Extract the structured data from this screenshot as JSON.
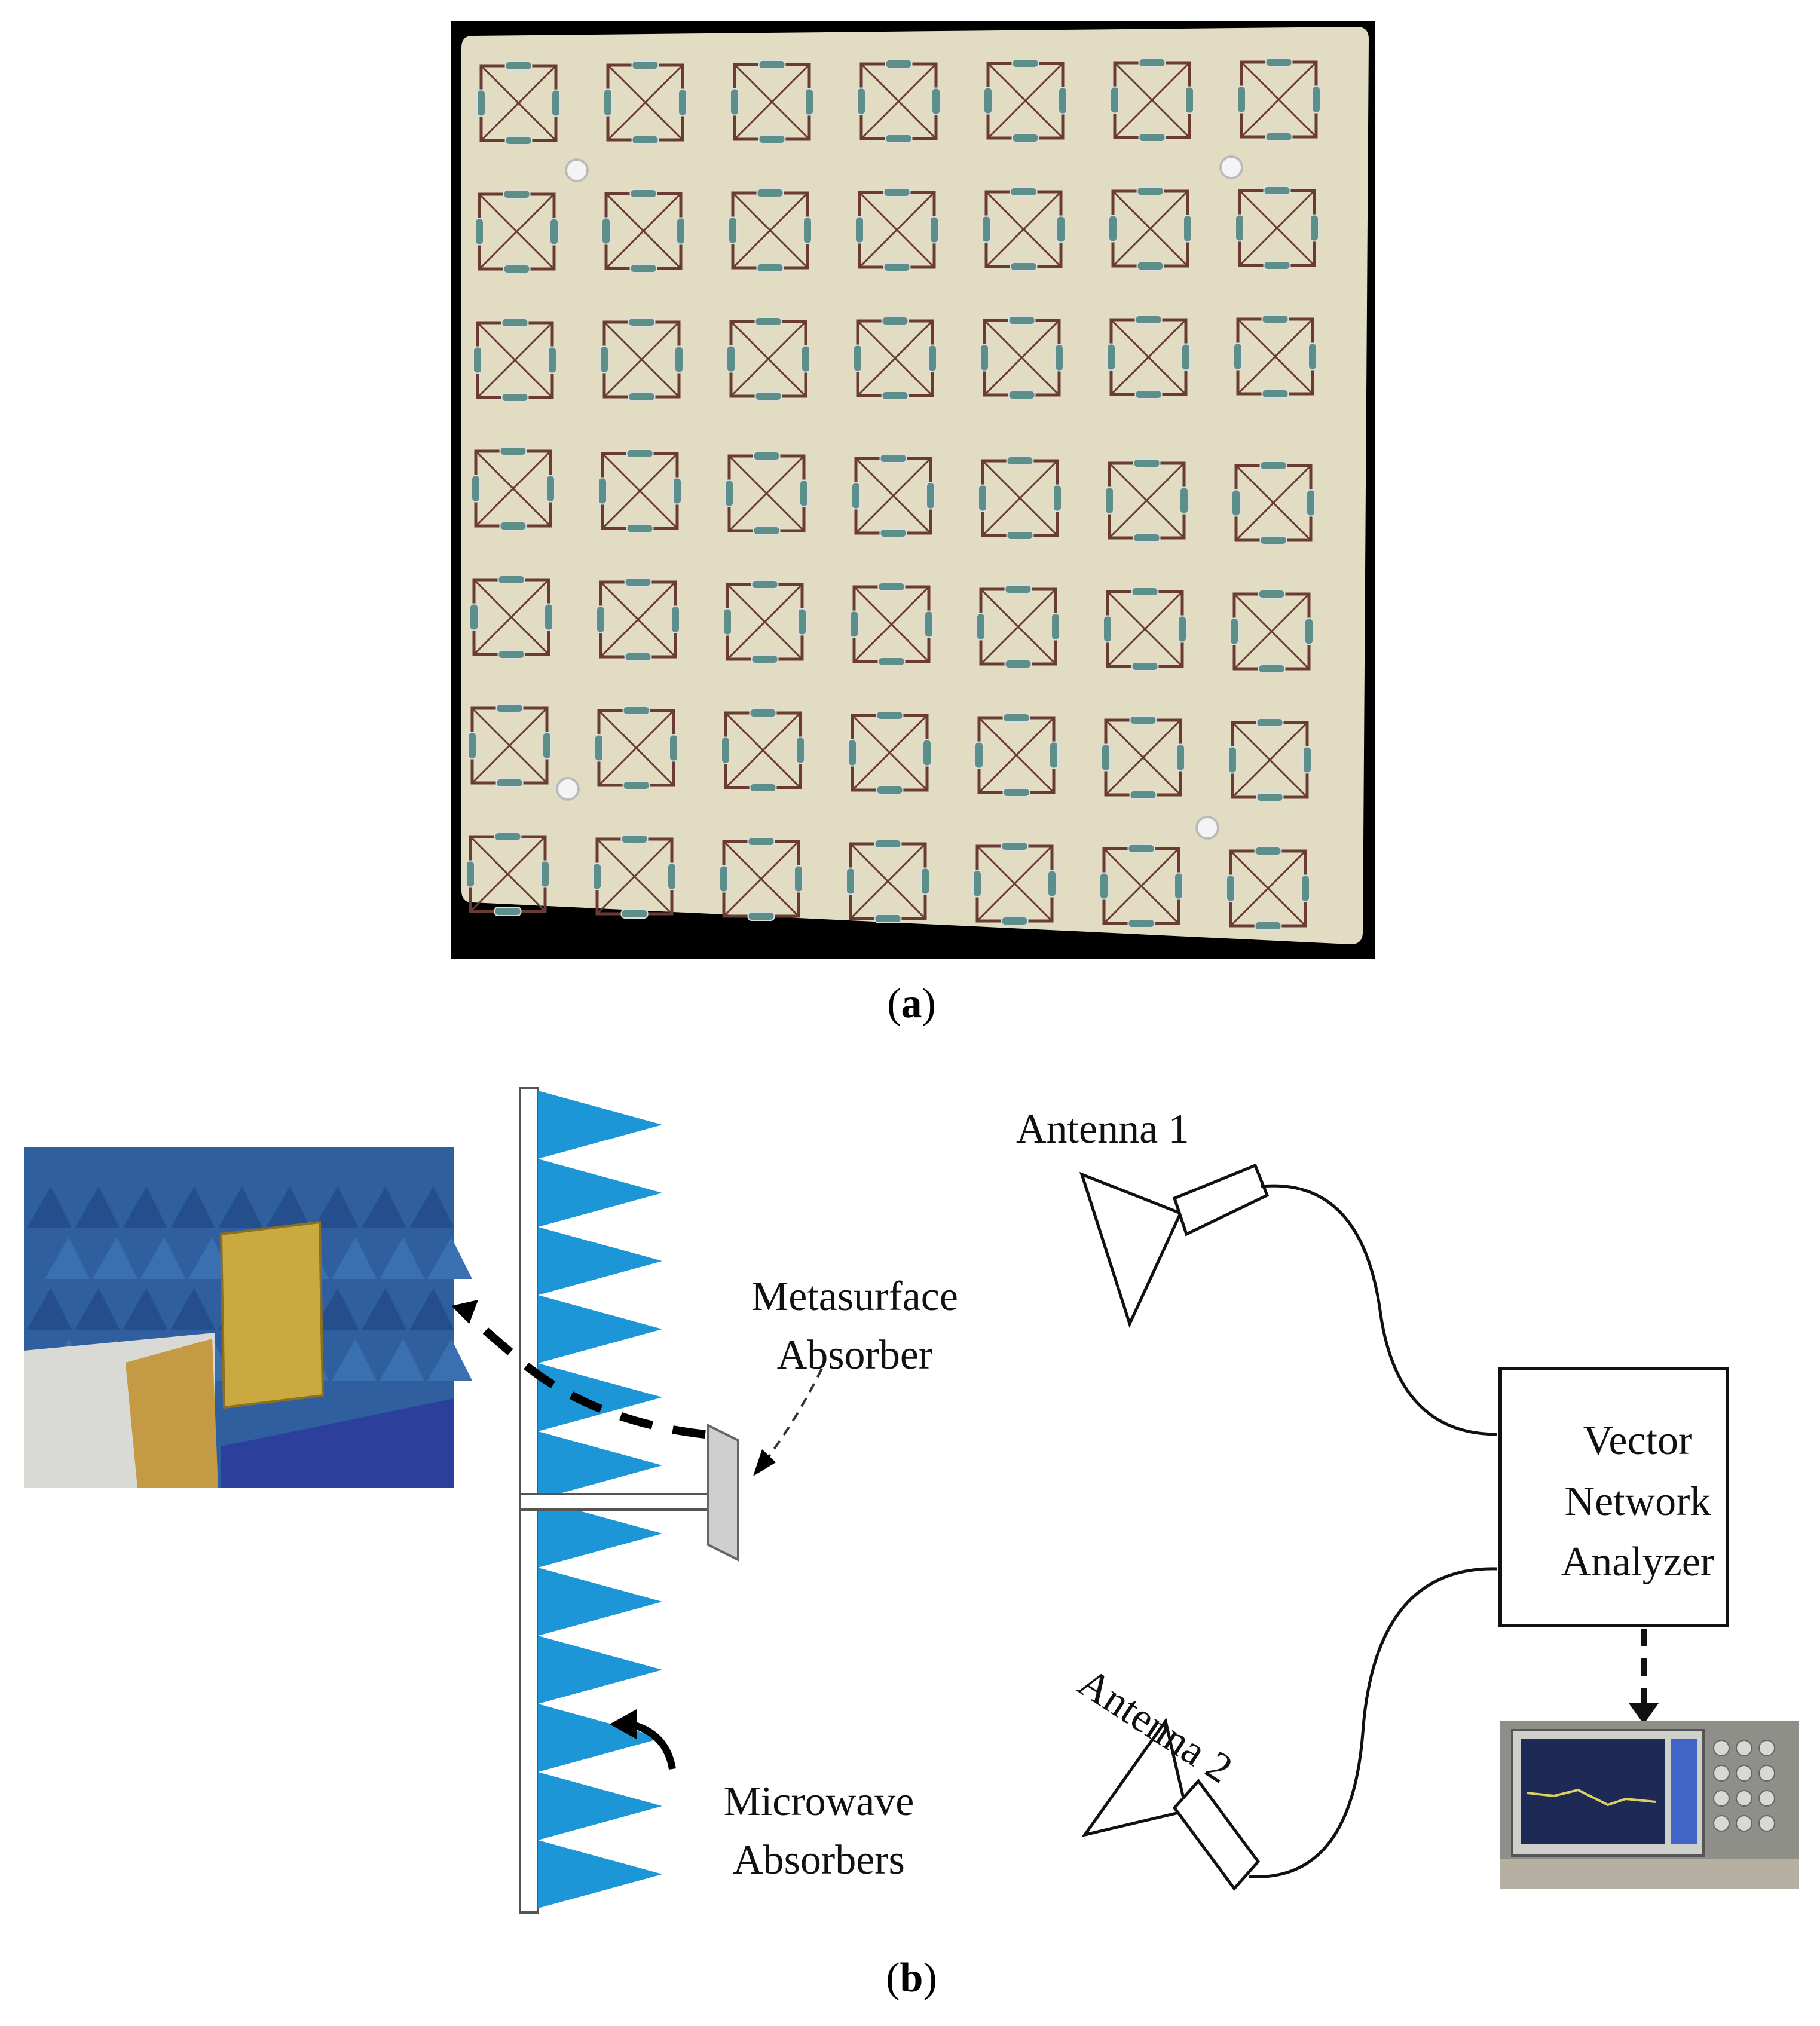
{
  "figure": {
    "panel_a_label": "a",
    "panel_b_label": "b",
    "labels": {
      "antenna1": "Antenna  1",
      "antenna2": "Antenna  2",
      "metasurface_line1": "Metasurface",
      "metasurface_line2": "Absorber",
      "microwave_line1": "Microwave",
      "microwave_line2": "Absorbers",
      "vna_line1": "Vector",
      "vna_line2": "Network",
      "vna_line3": "Analyzer"
    },
    "colors": {
      "board": "#e2dcc2",
      "copper": "#6a3b33",
      "resistor": "#5d8f8a",
      "absorber_blue": "#1c96d6",
      "chamber_blue": "#2f5f9e",
      "photo_bg": "#000000"
    },
    "unit_cell_grid": {
      "rows": 7,
      "cols": 7
    }
  }
}
